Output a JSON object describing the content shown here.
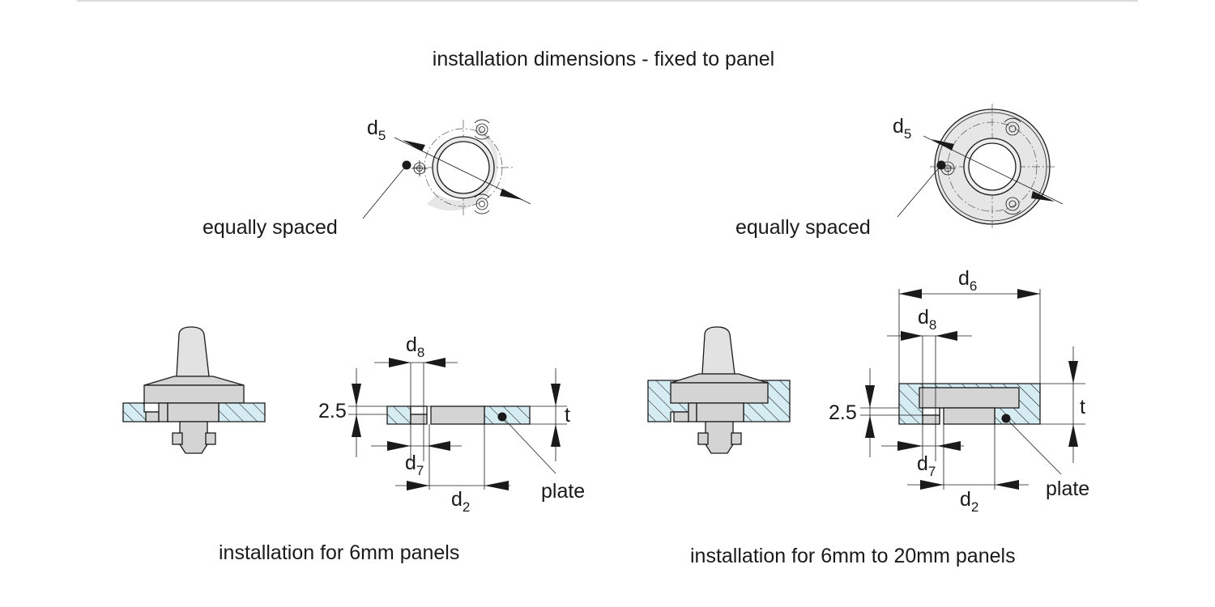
{
  "title": "installation dimensions - fixed to panel",
  "top_left": {
    "d5": "d",
    "d5_sub": "5",
    "note": "equally spaced"
  },
  "top_right": {
    "d5": "d",
    "d5_sub": "5",
    "note": "equally spaced"
  },
  "bottom_left": {
    "d8": "d",
    "d8_sub": "8",
    "d7": "d",
    "d7_sub": "7",
    "d2": "d",
    "d2_sub": "2",
    "dim_2_5": "2.5",
    "t": "t",
    "plate": "plate",
    "caption": "installation for 6mm panels"
  },
  "bottom_right": {
    "d6": "d",
    "d6_sub": "6",
    "d8": "d",
    "d8_sub": "8",
    "d7": "d",
    "d7_sub": "7",
    "d2": "d",
    "d2_sub": "2",
    "dim_2_5": "2.5",
    "t": "t",
    "plate": "plate",
    "caption": "installation for 6mm to 20mm panels"
  },
  "colors": {
    "section_fill": "#d6ecf3",
    "part_fill": "#d4d4d4",
    "line": "#1a1a1a"
  }
}
